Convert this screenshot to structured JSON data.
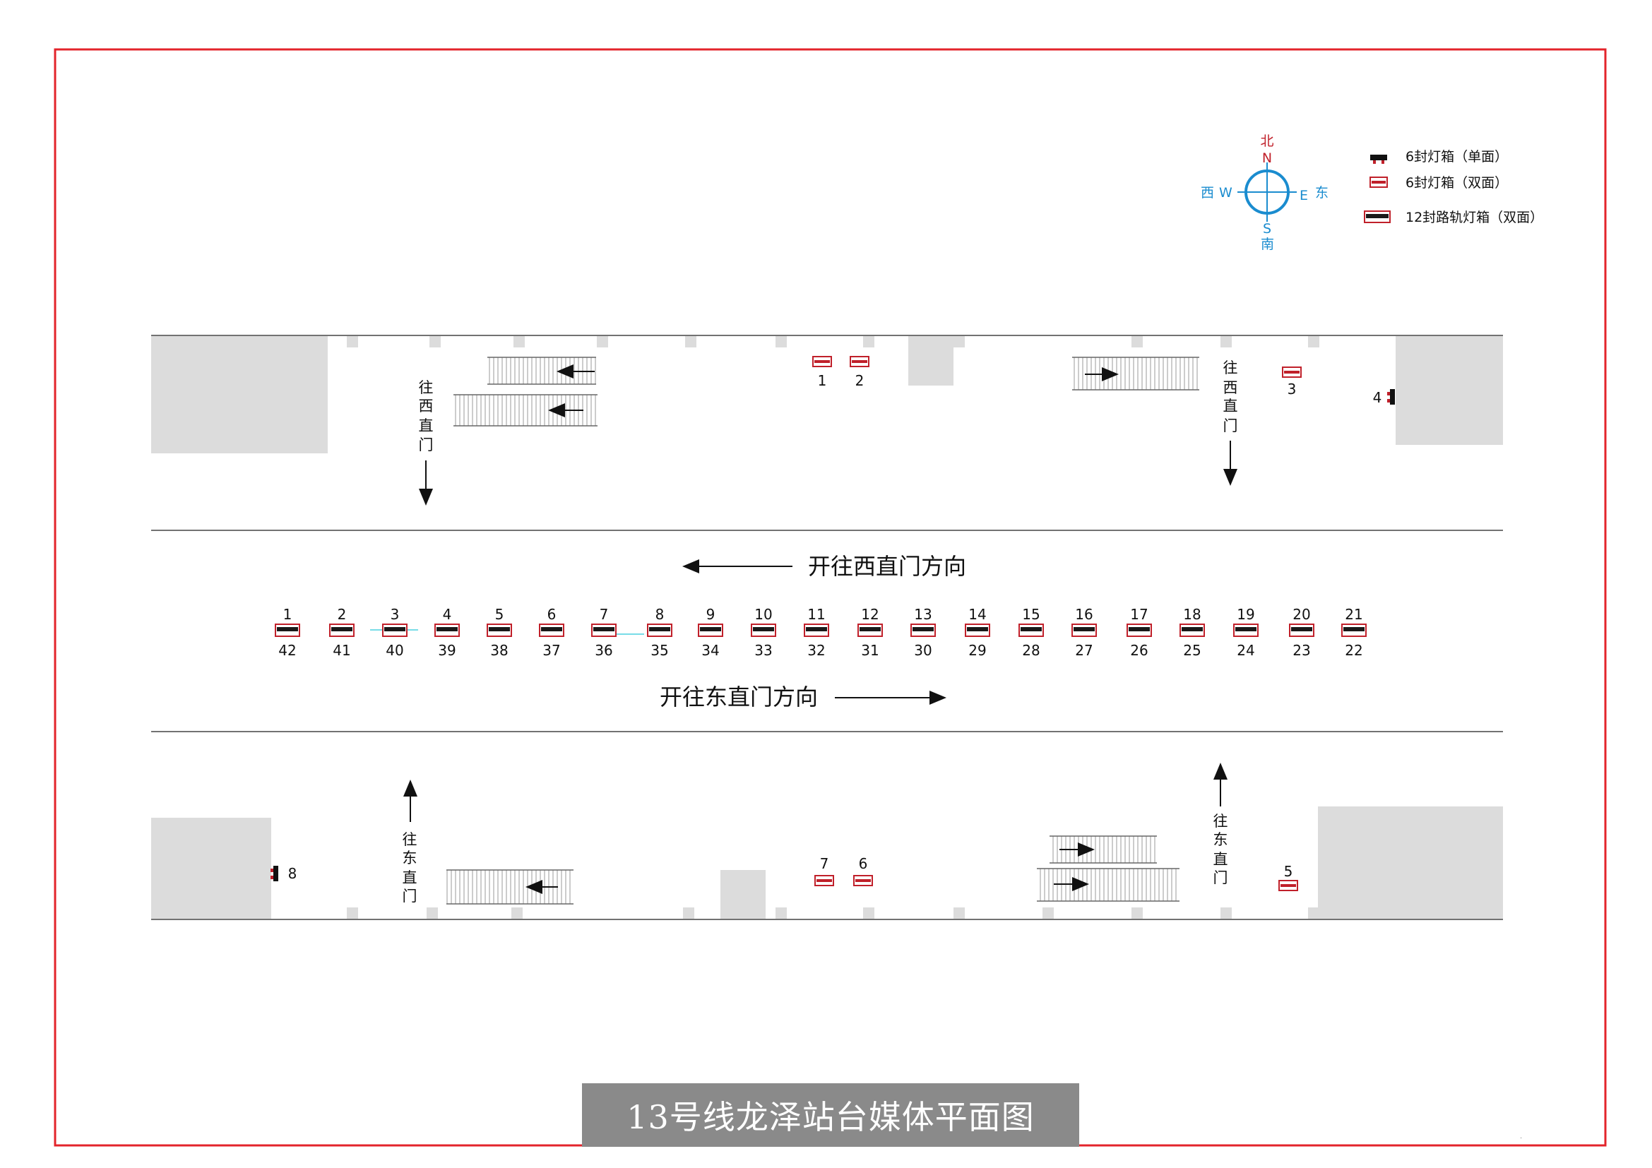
{
  "title": "13号线龙泽站台媒体平面图",
  "colors": {
    "frame": "#e3242b",
    "media": "#c0202a",
    "compass": "#1a8ccf",
    "grey": "#dcdcdc"
  },
  "compass": {
    "north_cn": "北",
    "north": "N",
    "south": "S",
    "south_cn": "南",
    "west_cn": "西",
    "west": "W",
    "east": "E",
    "east_cn": "东"
  },
  "legend": [
    {
      "icon": "single-sided-6-sheet-lightbox-icon",
      "label": "6封灯箱（单面）"
    },
    {
      "icon": "double-sided-6-sheet-lightbox-icon",
      "label": "6封灯箱（双面）"
    },
    {
      "icon": "track-12-sheet-lightbox-icon",
      "label": "12封路轨灯箱（双面）"
    }
  ],
  "directions": {
    "west_train": "开往西直门方向",
    "east_train": "开往东直门方向"
  },
  "vertical_labels": {
    "to_xizhimen": "往西直门",
    "to_dongzhimen": "往东直门"
  },
  "track_top_numbers": [
    "1",
    "2",
    "3",
    "4",
    "5",
    "6",
    "7",
    "8",
    "9",
    "10",
    "11",
    "12",
    "13",
    "14",
    "15",
    "16",
    "17",
    "18",
    "19",
    "20",
    "21"
  ],
  "track_bottom_numbers": [
    "42",
    "41",
    "40",
    "39",
    "38",
    "37",
    "36",
    "35",
    "34",
    "33",
    "32",
    "31",
    "30",
    "29",
    "28",
    "27",
    "26",
    "25",
    "24",
    "23",
    "22"
  ],
  "north_platform_media": [
    "1",
    "2",
    "3",
    "4"
  ],
  "south_platform_media": [
    "7",
    "6",
    "5",
    "8"
  ]
}
